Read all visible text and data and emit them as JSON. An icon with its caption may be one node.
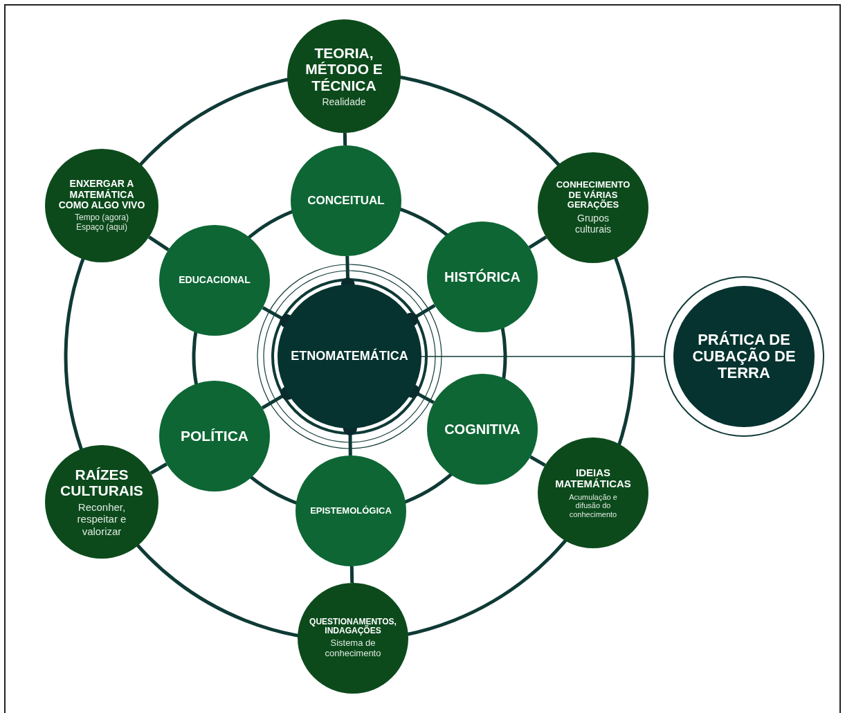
{
  "diagram": {
    "nodes": [
      {
        "text": [
          "TEORIA, MÉTODO E TÉCNICA",
          "Realidade"
        ]
      },
      {
        "text": [
          "ENXERGAR A MATEMÁTICA COMO ALGO VIVO",
          "Tempo (agora) Espaço (aqui)"
        ]
      },
      {
        "text": [
          "CONCEITUAL"
        ]
      },
      {
        "text": [
          "CONHECIMENTO DE VÁRIAS GERAÇÕES",
          "Grupos culturais"
        ]
      },
      {
        "text": [
          "EDUCACIONAL"
        ]
      },
      {
        "text": [
          "HISTÓRICA"
        ]
      },
      {
        "text": [
          "ETNOMATEMÁTICA"
        ]
      },
      {
        "text": [
          "PRÁTICA DE CUBAÇÃO DE TERRA"
        ]
      },
      {
        "text": [
          "POLÍTICA"
        ]
      },
      {
        "text": [
          "COGNITIVA"
        ]
      },
      {
        "text": [
          "RAÍZES CULTURAIS",
          "Reconher, respeitar e valorizar"
        ]
      },
      {
        "text": [
          "IDEIAS MATEMÁTICAS",
          "Acumulação e difusão do conhecimento"
        ]
      },
      {
        "text": [
          "EPISTEMOLÓGICA"
        ]
      },
      {
        "text": [
          "QUESTIONAMENTOS, INDAGAÇÕES",
          "Sistema de conhecimento"
        ]
      }
    ],
    "edges": [
      {
        "from": 2,
        "to": 6,
        "arrow": "other"
      },
      {
        "from": 5,
        "to": 6,
        "arrow": "other"
      },
      {
        "from": 9,
        "to": 6,
        "arrow": "other"
      },
      {
        "from": 12,
        "to": 6,
        "arrow": "other"
      },
      {
        "from": 8,
        "to": 6,
        "arrow": "other"
      },
      {
        "from": 4,
        "to": 6,
        "arrow": "other"
      },
      {
        "from": 0,
        "to": 2,
        "arrow": "none"
      },
      {
        "from": 3,
        "to": 5,
        "arrow": "none"
      },
      {
        "from": 11,
        "to": 9,
        "arrow": "none"
      },
      {
        "from": 13,
        "to": 12,
        "arrow": "none"
      },
      {
        "from": 10,
        "to": 8,
        "arrow": "none"
      },
      {
        "from": 1,
        "to": 4,
        "arrow": "none"
      },
      {
        "from": 6,
        "to": 7,
        "arrow": "none"
      }
    ]
  }
}
